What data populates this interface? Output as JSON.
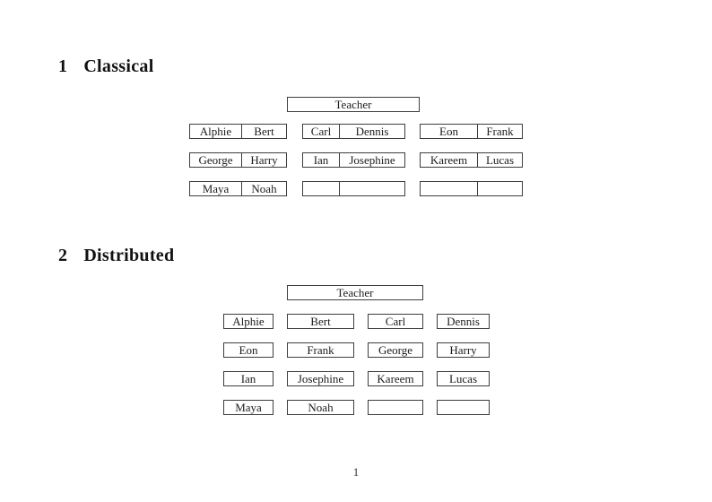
{
  "page_number": "1",
  "classical": {
    "heading": {
      "number": "1",
      "title": "Classical"
    },
    "teacher_label": "Teacher",
    "desks": [
      {
        "seats": [
          "Alphie",
          "Bert"
        ]
      },
      {
        "seats": [
          "Carl",
          "Dennis"
        ]
      },
      {
        "seats": [
          "Eon",
          "Frank"
        ]
      },
      {
        "seats": [
          "George",
          "Harry"
        ]
      },
      {
        "seats": [
          "Ian",
          "Josephine"
        ]
      },
      {
        "seats": [
          "Kareem",
          "Lucas"
        ]
      },
      {
        "seats": [
          "Maya",
          "Noah"
        ]
      },
      {
        "seats": [
          "",
          ""
        ]
      },
      {
        "seats": [
          "",
          ""
        ]
      }
    ]
  },
  "distributed": {
    "heading": {
      "number": "2",
      "title": "Distributed"
    },
    "teacher_label": "Teacher",
    "seats": [
      "Alphie",
      "Bert",
      "Carl",
      "Dennis",
      "Eon",
      "Frank",
      "George",
      "Harry",
      "Ian",
      "Josephine",
      "Kareem",
      "Lucas",
      "Maya",
      "Noah",
      "",
      ""
    ]
  }
}
